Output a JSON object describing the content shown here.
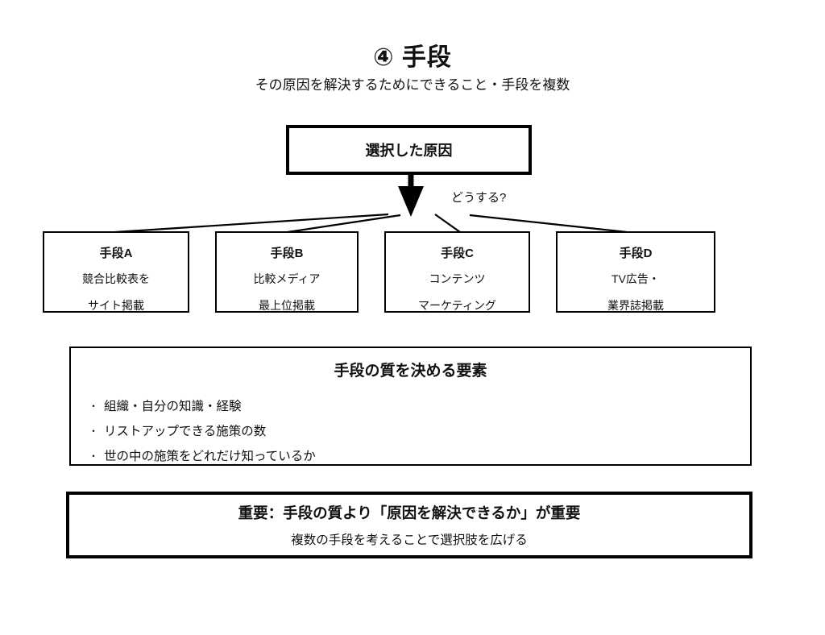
{
  "page": {
    "title": "④ 手段",
    "subtitle": "その原因を解決するためにできること・手段を複数"
  },
  "cause_box": {
    "label": "選択した原因"
  },
  "arrow": {
    "question_label": "どうする?",
    "arrow_icon_name": "down-arrow-icon"
  },
  "means": [
    {
      "title": "手段A",
      "line1": "競合比較表を",
      "line2": "サイト掲載"
    },
    {
      "title": "手段B",
      "line1": "比較メディア",
      "line2": "最上位掲載"
    },
    {
      "title": "手段C",
      "line1": "コンテンツ",
      "line2": "マーケティング"
    },
    {
      "title": "手段D",
      "line1": "TV広告・",
      "line2": "業界誌掲載"
    }
  ],
  "quality_box": {
    "title": "手段の質を決める要素",
    "bullet_char": "・",
    "items": [
      "組織・自分の知識・経験",
      "リストアップできる施策の数",
      "世の中の施策をどれだけ知っているか"
    ]
  },
  "important_box": {
    "title": "重要：手段の質より「原因を解決できるか」が重要",
    "subtitle": "複数の手段を考えることで選択肢を広げる"
  },
  "colors": {
    "ink": "#000000",
    "background": "#ffffff"
  }
}
